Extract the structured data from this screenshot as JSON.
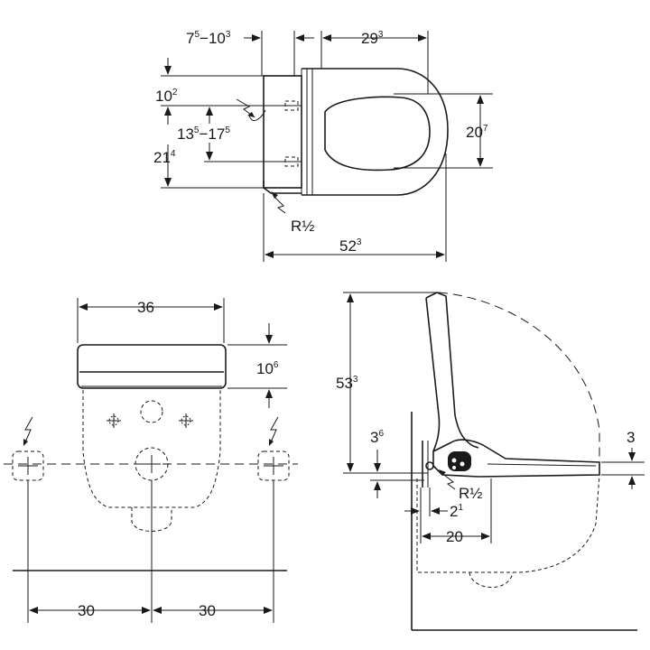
{
  "top_view": {
    "width_range": {
      "main": "7",
      "sup1": "5",
      "mid": "−10",
      "sup2": "3"
    },
    "seat_depth": {
      "main": "29",
      "sup": "3"
    },
    "connection_height": {
      "main": "10",
      "sup": "2"
    },
    "connection_spacing": {
      "main": "13",
      "sup1": "5",
      "mid": "−17",
      "sup2": "5"
    },
    "lower_offset": {
      "main": "21",
      "sup": "4"
    },
    "bowl_width": {
      "main": "20",
      "sup": "7"
    },
    "water_connection": "R½",
    "total_depth": {
      "main": "52",
      "sup": "3"
    }
  },
  "front_view": {
    "unit_width": "36",
    "unit_height": {
      "main": "10",
      "sup": "6"
    },
    "left_spacing": "30",
    "right_spacing": "30"
  },
  "side_view": {
    "lid_height": {
      "main": "53",
      "sup": "3"
    },
    "hinge_height": {
      "main": "3",
      "sup": "6"
    },
    "seat_offset": "3",
    "water_connection": "R½",
    "hinge_depth": {
      "main": "2",
      "sup": "1"
    },
    "connection_depth": "20"
  }
}
